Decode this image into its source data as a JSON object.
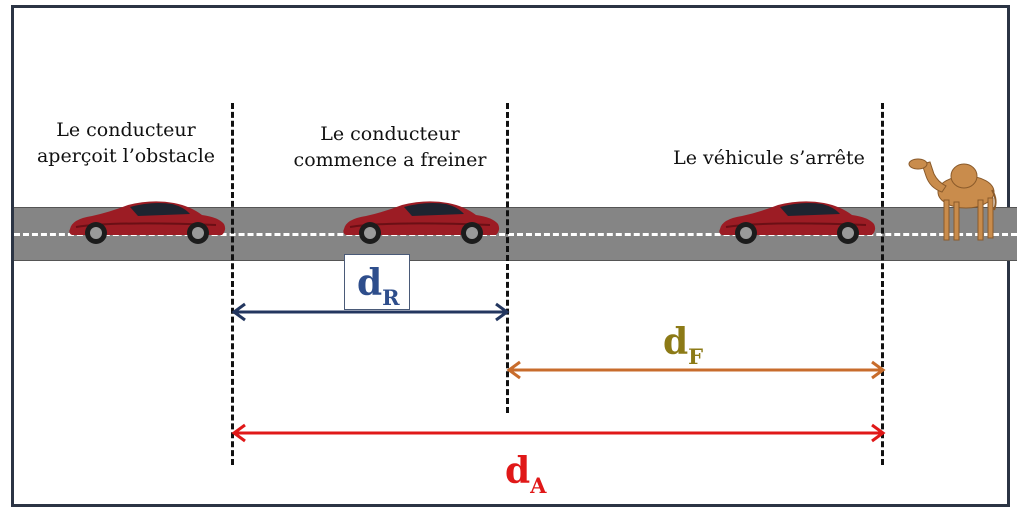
{
  "captions": {
    "obstacle": [
      "Le conducteur",
      "aperçoit l’obstacle"
    ],
    "braking": [
      "Le conducteur",
      "commence a freiner"
    ],
    "stop": [
      "Le véhicule s’arrête"
    ]
  },
  "distances": {
    "reaction": {
      "symbol": "d",
      "subscript": "R",
      "color": "#2e4e8c",
      "arrow_color": "#23365f"
    },
    "braking": {
      "symbol": "d",
      "subscript": "F",
      "color": "#8c7a16",
      "arrow_color": "#c86c2c"
    },
    "stopping": {
      "symbol": "d",
      "subscript": "A",
      "color": "#e01818",
      "arrow_color": "#e01818"
    }
  },
  "objects": {
    "car_color": "#9c1c24",
    "car_icon": "red-sports-car",
    "obstacle_icon": "camel"
  }
}
